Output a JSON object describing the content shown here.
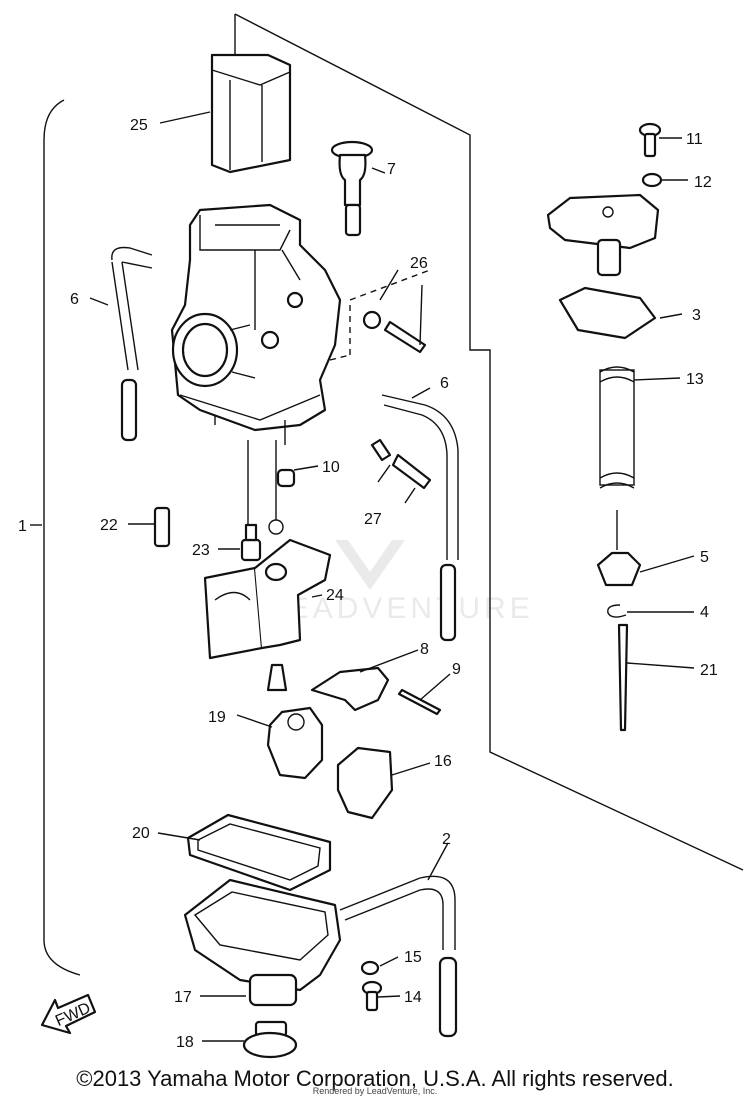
{
  "watermark": "LEADVENTURE",
  "fwd_label": "FWD",
  "callouts": [
    {
      "id": "p1",
      "label": "1"
    },
    {
      "id": "p2",
      "label": "2"
    },
    {
      "id": "p3",
      "label": "3"
    },
    {
      "id": "p4",
      "label": "4"
    },
    {
      "id": "p5",
      "label": "5"
    },
    {
      "id": "p6a",
      "label": "6"
    },
    {
      "id": "p6b",
      "label": "6"
    },
    {
      "id": "p7",
      "label": "7"
    },
    {
      "id": "p8",
      "label": "8"
    },
    {
      "id": "p9",
      "label": "9"
    },
    {
      "id": "p10",
      "label": "10"
    },
    {
      "id": "p11",
      "label": "11"
    },
    {
      "id": "p12",
      "label": "12"
    },
    {
      "id": "p13",
      "label": "13"
    },
    {
      "id": "p14",
      "label": "14"
    },
    {
      "id": "p15",
      "label": "15"
    },
    {
      "id": "p16",
      "label": "16"
    },
    {
      "id": "p17",
      "label": "17"
    },
    {
      "id": "p18",
      "label": "18"
    },
    {
      "id": "p19",
      "label": "19"
    },
    {
      "id": "p20",
      "label": "20"
    },
    {
      "id": "p21",
      "label": "21"
    },
    {
      "id": "p22",
      "label": "22"
    },
    {
      "id": "p23",
      "label": "23"
    },
    {
      "id": "p24",
      "label": "24"
    },
    {
      "id": "p25",
      "label": "25"
    },
    {
      "id": "p26",
      "label": "26"
    },
    {
      "id": "p27",
      "label": "27"
    }
  ],
  "footer": {
    "copyright": "©2013 Yamaha Motor Corporation, U.S.A. All rights reserved.",
    "rendered_by": "Rendered by LeadVenture, Inc."
  }
}
